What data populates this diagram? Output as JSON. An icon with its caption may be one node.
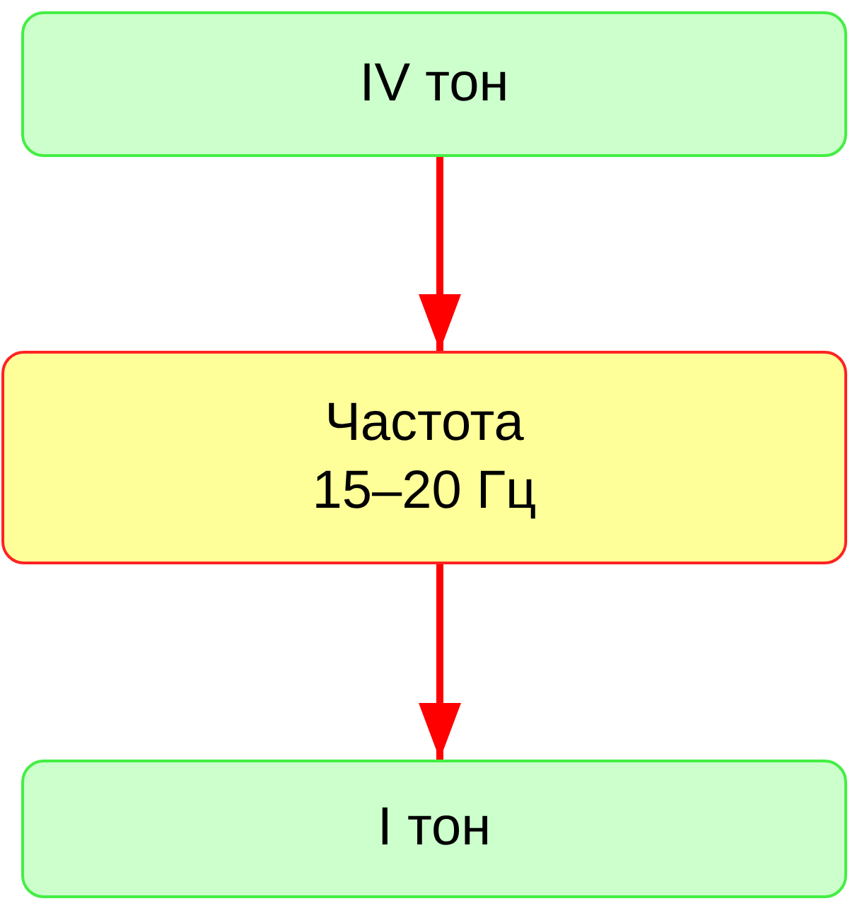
{
  "diagram": {
    "nodes": [
      {
        "text": [
          "IV тон"
        ]
      },
      {
        "text": [
          "Частота 15–20 Гц"
        ]
      },
      {
        "text": [
          "I тон"
        ]
      }
    ],
    "edges": [
      {
        "from": 0,
        "to": 1,
        "arrow": "to"
      },
      {
        "from": 1,
        "to": 2,
        "arrow": "to"
      }
    ]
  }
}
